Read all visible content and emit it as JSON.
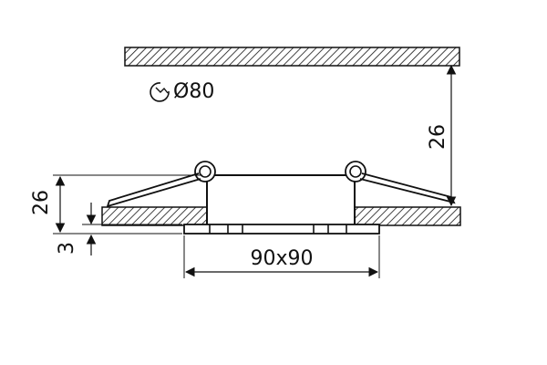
{
  "diagram": {
    "hole_diameter_label": "Ø80",
    "mounting_depth_label": "26",
    "fixture_height_label": "26",
    "flange_thickness_label": "3",
    "frame_size_label": "90x90",
    "hole_icon": "drill-hole-icon"
  },
  "colors": {
    "line": "#111111",
    "hatch": "#111111",
    "background": "#ffffff"
  }
}
